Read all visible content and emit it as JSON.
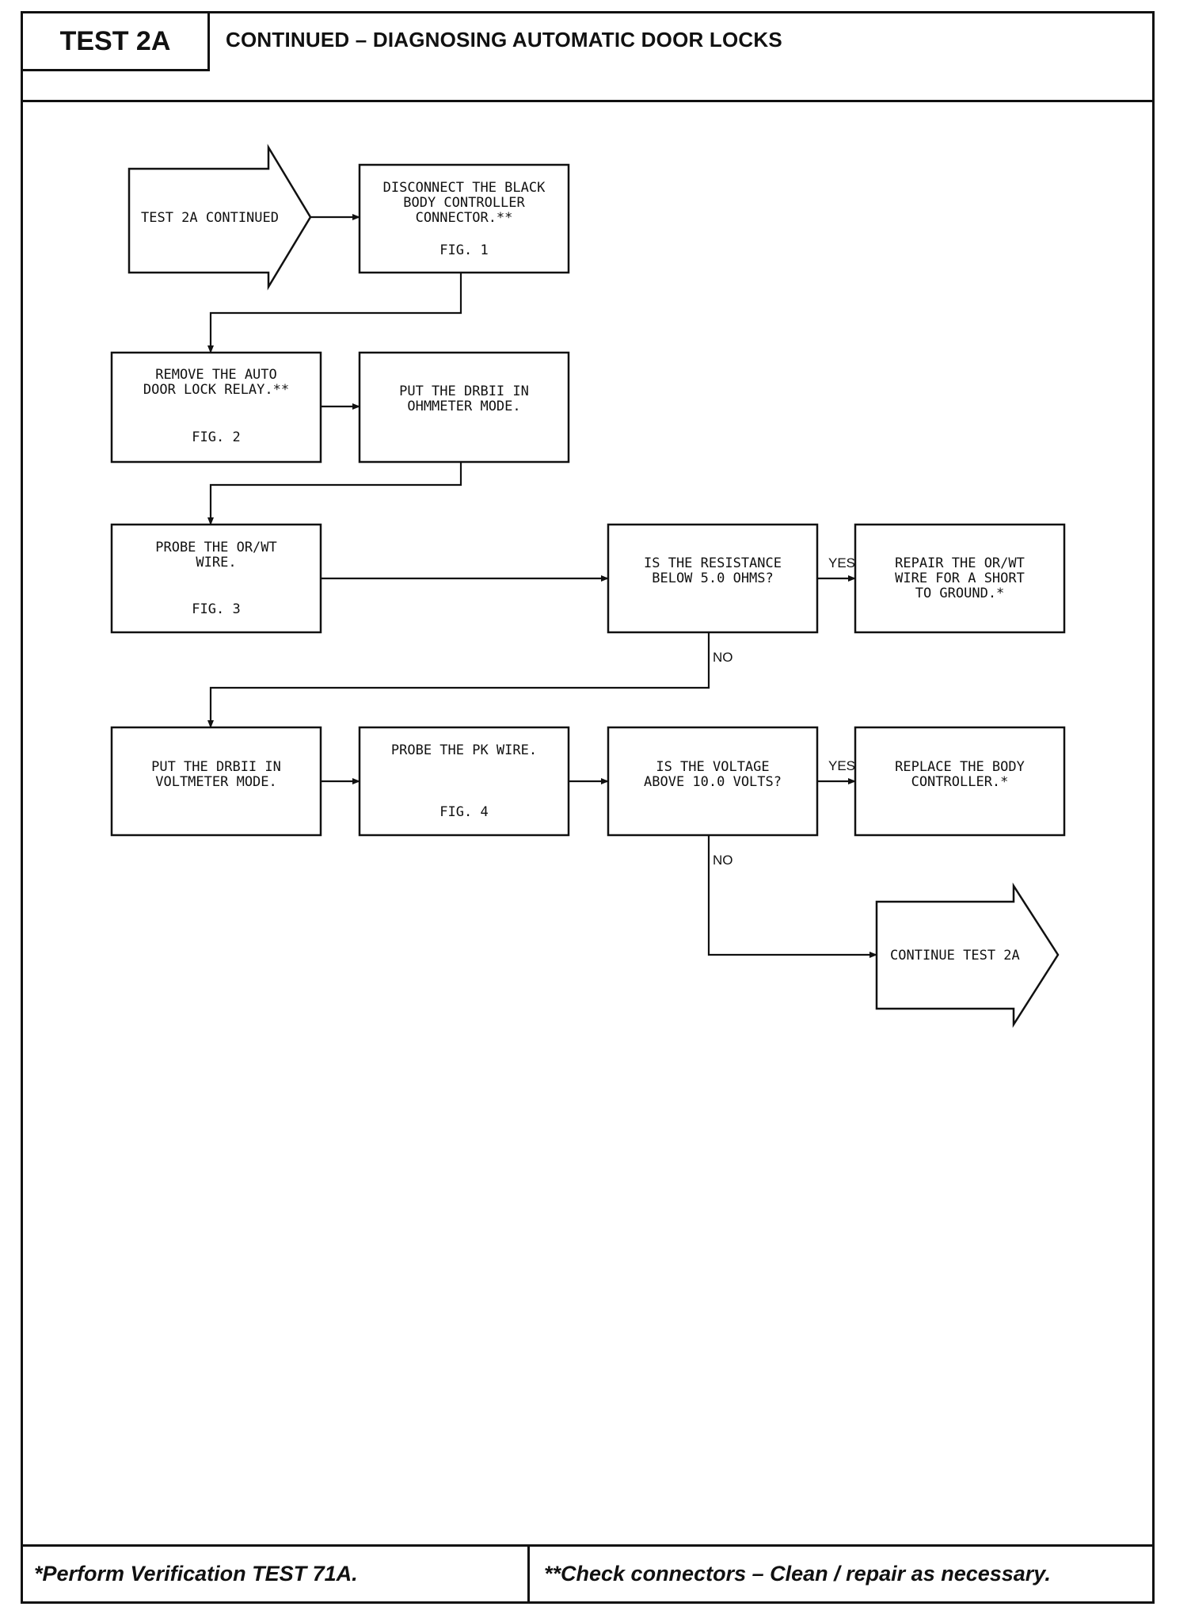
{
  "header": {
    "test_label": "TEST 2A",
    "title": "CONTINUED – DIAGNOSING AUTOMATIC DOOR LOCKS"
  },
  "flow": {
    "start": "TEST 2A CONTINUED",
    "step1": [
      "DISCONNECT THE BLACK",
      "BODY CONTROLLER",
      "CONNECTOR.**",
      "FIG. 1"
    ],
    "step2": [
      "REMOVE THE AUTO",
      "DOOR LOCK RELAY.**",
      "FIG. 2"
    ],
    "step3": [
      "PUT THE DRBII IN",
      "OHMMETER MODE."
    ],
    "step4": [
      "PROBE THE OR/WT",
      "WIRE.",
      "FIG. 3"
    ],
    "decision1": [
      "IS THE RESISTANCE",
      "BELOW 5.0 OHMS?"
    ],
    "result1": [
      "REPAIR THE OR/WT",
      "WIRE FOR A SHORT",
      "TO GROUND.*"
    ],
    "step5": [
      "PUT THE DRBII IN",
      "VOLTMETER MODE."
    ],
    "step6": [
      "PROBE THE PK WIRE.",
      "FIG. 4"
    ],
    "decision2": [
      "IS THE VOLTAGE",
      "ABOVE 10.0 VOLTS?"
    ],
    "result2": [
      "REPLACE THE BODY",
      "CONTROLLER.*"
    ],
    "end": "CONTINUE TEST 2A",
    "yes": "YES",
    "no": "NO"
  },
  "footer": {
    "left": "*Perform Verification TEST 71A.",
    "right": "**Check connectors – Clean / repair as necessary."
  }
}
